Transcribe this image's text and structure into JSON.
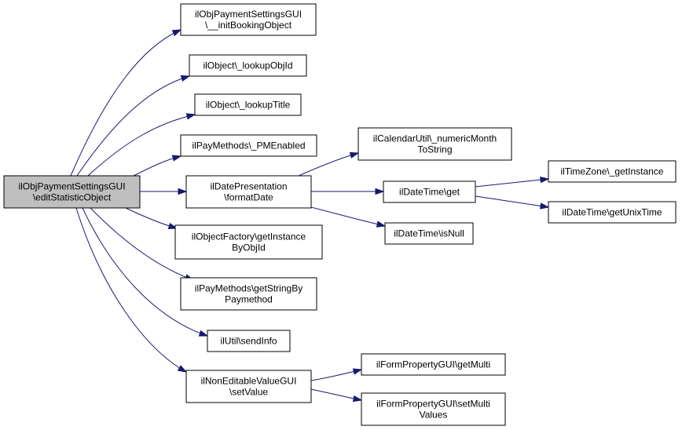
{
  "colors": {
    "root_fill": "#bfbfbf",
    "node_fill": "#ffffff",
    "edge": "#191970"
  },
  "nodes": [
    {
      "id": "root",
      "lines": [
        "ilObjPaymentSettingsGUI",
        "\\editStatisticObject"
      ],
      "root": true
    },
    {
      "id": "n1",
      "lines": [
        "ilObjPaymentSettingsGUI",
        "\\__initBookingObject"
      ]
    },
    {
      "id": "n2",
      "lines": [
        "ilObject\\_lookupObjId"
      ]
    },
    {
      "id": "n3",
      "lines": [
        "ilObject\\_lookupTitle"
      ]
    },
    {
      "id": "n4",
      "lines": [
        "ilPayMethods\\_PMEnabled"
      ]
    },
    {
      "id": "n5",
      "lines": [
        "ilDatePresentation",
        "\\formatDate"
      ]
    },
    {
      "id": "n6",
      "lines": [
        "ilObjectFactory\\getInstance",
        "ByObjId"
      ]
    },
    {
      "id": "n7",
      "lines": [
        "ilPayMethods\\getStringBy",
        "Paymethod"
      ]
    },
    {
      "id": "n8",
      "lines": [
        "ilUtil\\sendInfo"
      ]
    },
    {
      "id": "n9",
      "lines": [
        "ilNonEditableValueGUI",
        "\\setValue"
      ]
    },
    {
      "id": "n10",
      "lines": [
        "ilCalendarUtil\\_numericMonth",
        "ToString"
      ]
    },
    {
      "id": "n11",
      "lines": [
        "ilDateTime\\get"
      ]
    },
    {
      "id": "n12",
      "lines": [
        "ilDateTime\\isNull"
      ]
    },
    {
      "id": "n13",
      "lines": [
        "ilTimeZone\\_getInstance"
      ]
    },
    {
      "id": "n14",
      "lines": [
        "ilDateTime\\getUnixTime"
      ]
    },
    {
      "id": "n15",
      "lines": [
        "ilFormPropertyGUI\\getMulti"
      ]
    },
    {
      "id": "n16",
      "lines": [
        "ilFormPropertyGUI\\setMulti",
        "Values"
      ]
    }
  ],
  "edges": [
    {
      "from": "root",
      "to": "n1"
    },
    {
      "from": "root",
      "to": "n2"
    },
    {
      "from": "root",
      "to": "n3"
    },
    {
      "from": "root",
      "to": "n4"
    },
    {
      "from": "root",
      "to": "n5"
    },
    {
      "from": "root",
      "to": "n6"
    },
    {
      "from": "root",
      "to": "n7"
    },
    {
      "from": "root",
      "to": "n8"
    },
    {
      "from": "root",
      "to": "n9"
    },
    {
      "from": "n5",
      "to": "n10"
    },
    {
      "from": "n5",
      "to": "n11"
    },
    {
      "from": "n5",
      "to": "n12"
    },
    {
      "from": "n11",
      "to": "n13"
    },
    {
      "from": "n11",
      "to": "n14"
    },
    {
      "from": "n9",
      "to": "n15"
    },
    {
      "from": "n9",
      "to": "n16"
    }
  ]
}
